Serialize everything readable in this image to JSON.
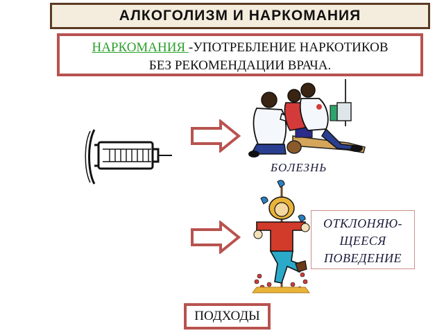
{
  "title": "АЛКОГОЛИЗМ И НАРКОМАНИЯ",
  "definition": {
    "term": "НАРКОМАНИЯ ",
    "rest": "-УПОТРЕБЛЕНИЕ НАРКОТИКОВ",
    "line2": "БЕЗ РЕКОМЕНДАЦИИ ВРАЧА."
  },
  "illness_label": "БОЛЕЗНЬ",
  "behavior_label": {
    "line1": "ОТКЛОНЯЮ-",
    "line2": "ЩЕЕСЯ",
    "line3": "ПОВЕДЕНИЕ"
  },
  "approaches_label": "ПОДХОДЫ",
  "colors": {
    "title_border": "#5a3a22",
    "title_bg": "#f4ecdc",
    "box_border": "#b8534f",
    "term_green": "#2ca02c"
  }
}
